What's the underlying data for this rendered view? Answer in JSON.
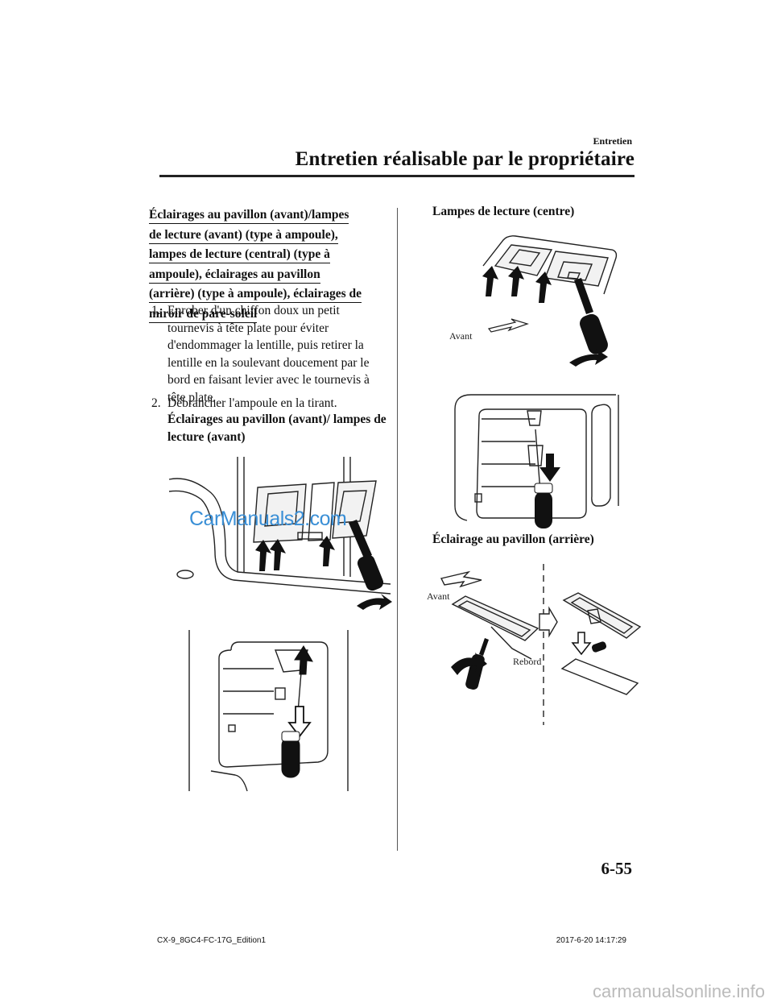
{
  "header": {
    "section_small": "Entretien",
    "section_title": "Entretien réalisable par le propriétaire"
  },
  "heading": {
    "lines": [
      "Éclairages au pavillon (avant)/lampes",
      "de lecture (avant) (type à ampoule),",
      "lampes de lecture (central) (type à",
      "ampoule), éclairages au pavillon",
      "(arrière) (type à ampoule), éclairages de",
      "miroir de pare-soleil"
    ]
  },
  "steps": [
    {
      "num": "1.",
      "text": "Enrober d'un chiffon doux un petit tournevis à tête plate pour éviter d'endommager la lentille, puis retirer la lentille en la soulevant doucement par le bord en faisant levier avec le tournevis à tête plate."
    },
    {
      "num": "2.",
      "text": "Débrancher l'ampoule en la tirant."
    }
  ],
  "subheadings": {
    "front": "Éclairages au pavillon (avant)/ lampes de lecture (avant)",
    "center": "Lampes de lecture (centre)",
    "rear": "Éclairage au pavillon (arrière)"
  },
  "figure_labels": {
    "avant_center": "Avant",
    "avant_rear": "Avant",
    "rebord": "Rebord"
  },
  "watermark": "CarManuals2.com",
  "page_number": "6-55",
  "footer": {
    "left": "CX-9_8GC4-FC-17G_Edition1",
    "right": "2017-6-20 14:17:29"
  },
  "site_watermark": "carmanualsonline.info"
}
